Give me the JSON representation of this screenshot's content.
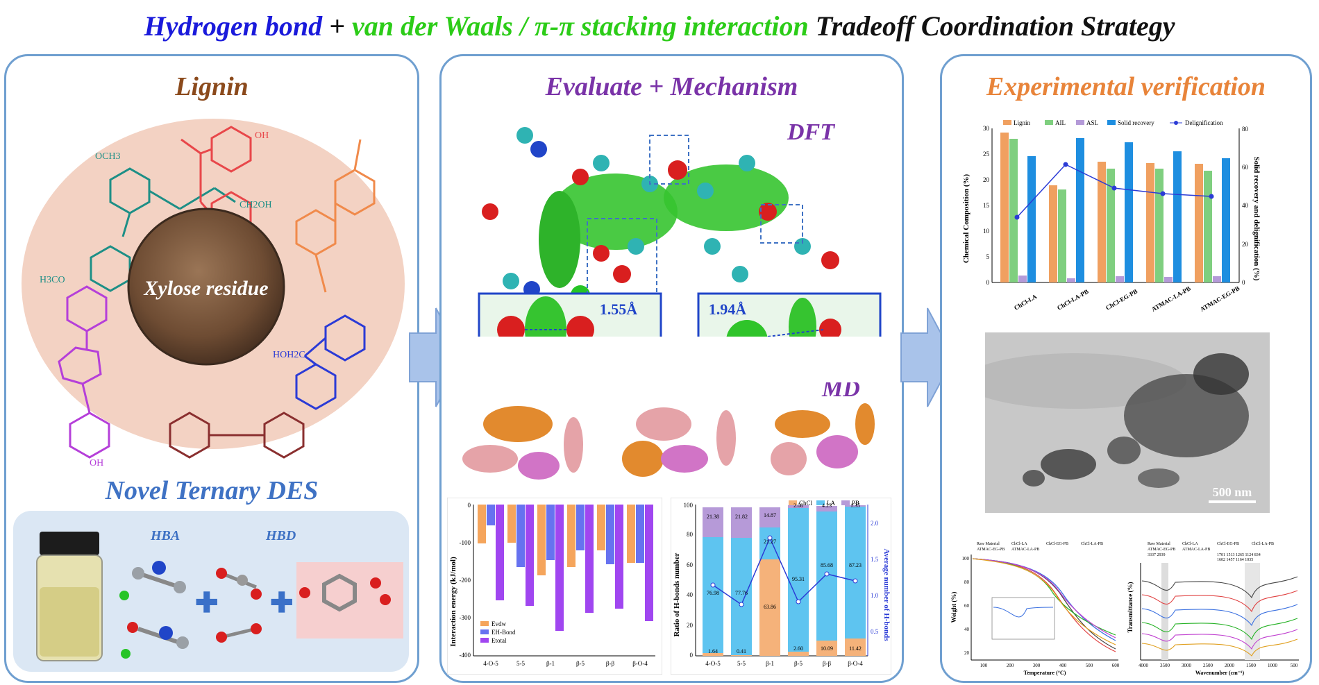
{
  "title": {
    "part1": "Hydrogen bond",
    "plus": " + ",
    "part2": "van der Waals / π-π stacking interaction",
    "part3": " Tradeoff Coordination Strategy"
  },
  "colors": {
    "title_blue": "#1a1adb",
    "title_green": "#2ccc18",
    "panel_border": "#6f9fd0",
    "lignin_brown": "#8b4a1c",
    "evaluate_purple": "#7a33a8",
    "experimental_orange": "#e8843a",
    "des_blue": "#3f72c4",
    "arrow_fill": "#a9c3ea"
  },
  "left_panel": {
    "title": "Lignin",
    "sample_label": "Xylose residue",
    "des_title": "Novel Ternary DES",
    "hba_label": "HBA",
    "hbd_label": "HBD",
    "chem_labels": [
      "OCH3",
      "H3CO",
      "OH",
      "CH2OH",
      "HOH2C",
      "OH"
    ]
  },
  "middle_panel": {
    "title": "Evaluate + Mechanism",
    "dft_label": "DFT",
    "md_label": "MD",
    "bond1": "1.55Å",
    "bond2": "1.94Å",
    "chart_a": {
      "ylabel": "Interaction energy (kJ/mol)",
      "legend": [
        "Evdw",
        "EH-Bond",
        "Etotal"
      ],
      "categories": [
        "4-O-5",
        "5-5",
        "β-1",
        "β-5",
        "β-β",
        "β-O-4"
      ],
      "yticks": [
        "0",
        "-100",
        "-200",
        "-300",
        "-400"
      ]
    },
    "chart_b": {
      "ylabel": "Ratio of H-bonds number",
      "y2label": "Average number of H-bonds",
      "legend": [
        "ChCl",
        "LA",
        "PB"
      ],
      "categories": [
        "4-O-5",
        "5-5",
        "β-1",
        "β-5",
        "β-β",
        "β-O-4"
      ],
      "yticks": [
        "0",
        "20",
        "40",
        "60",
        "80",
        "100"
      ],
      "y2ticks": [
        "0.5",
        "1.0",
        "1.5",
        "2.0"
      ],
      "chcl_labels": [
        "1.64",
        "0.41",
        "63.86",
        "2.60",
        "10.09",
        "11.42"
      ],
      "la_labels": [
        "76.98",
        "77.76",
        "21.27",
        "95.31",
        "85.68",
        "87.23"
      ],
      "pb_labels": [
        "21.38",
        "21.82",
        "14.87",
        "2.08",
        "4.23",
        "1.35"
      ]
    }
  },
  "right_panel": {
    "title": "Experimental verification",
    "scale_bar": "500 nm",
    "bar_chart": {
      "legend": [
        "Lignin",
        "AIL",
        "ASL",
        "Solid recovery",
        "Delignification"
      ],
      "ylabel": "Chemical Composition (%)",
      "y2label": "Solid recovery and delignification (%)",
      "categories": [
        "ChCl-LA",
        "ChCl-LA-PB",
        "ChCl-EG-PB",
        "ATMAC-LA-PB",
        "ATMAC-EG-PB"
      ],
      "yticks": [
        "0",
        "5",
        "10",
        "15",
        "20",
        "25",
        "30"
      ],
      "y2ticks": [
        "0",
        "20",
        "40",
        "60",
        "80"
      ]
    },
    "tga_chart": {
      "legend": [
        "Raw Material",
        "ChCl-LA",
        "ChCl-EG-PB",
        "ChCl-LA-PB",
        "ATMAC-EG-PB",
        "ATMAC-LA-PB"
      ],
      "ylabel": "Weight (%)",
      "xlabel": "Temperature (°C)",
      "xticks": [
        "100",
        "200",
        "300",
        "400",
        "500",
        "600"
      ],
      "yticks": [
        "20",
        "40",
        "60",
        "80",
        "100"
      ]
    },
    "ftir_chart": {
      "legend": [
        "Raw Material",
        "ChCl-LA",
        "ChCl-EG-PB",
        "ChCl-LA-PB",
        "ATMAC-EG-PB",
        "ATMAC-LA-PB"
      ],
      "peaks1": "3337     2939",
      "peaks2": "1701 1513  1265 1124   834",
      "peaks3": "1602 1457  1164 1035",
      "ylabel": "Transmittance (%)",
      "xlabel": "Wavenumber (cm⁻¹)",
      "xticks": [
        "4000",
        "3500",
        "3000",
        "2500",
        "2000",
        "1500",
        "1000",
        "500"
      ]
    }
  }
}
